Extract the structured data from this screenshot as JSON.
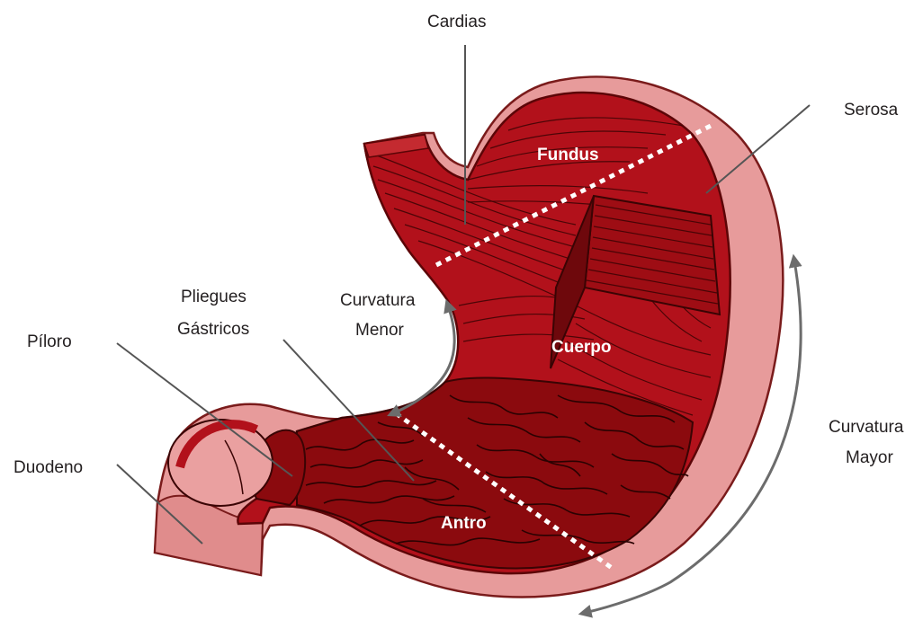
{
  "labels": {
    "cardias": "Cardias",
    "serosa": "Serosa",
    "fundus": "Fundus",
    "pliegues_line1": "Pliegues",
    "pliegues_line2": "Gástricos",
    "curv_menor_line1": "Curvatura",
    "curv_menor_line2": "Menor",
    "piloro": "Píloro",
    "cuerpo": "Cuerpo",
    "duodeno": "Duodeno",
    "curv_mayor_line1": "Curvatura",
    "curv_mayor_line2": "Mayor",
    "antro": "Antro"
  },
  "colors": {
    "serosa_outer": "#e79b9b",
    "serosa_edge": "#7a1b1b",
    "muscle": "#b2111b",
    "muscle_dark": "#7e0b10",
    "mucosa_dark": "#8b0a0e",
    "duodeno_inner": "#eaa0a0",
    "arrow": "#6c6c6c",
    "dotted_line": "#ffffff"
  }
}
